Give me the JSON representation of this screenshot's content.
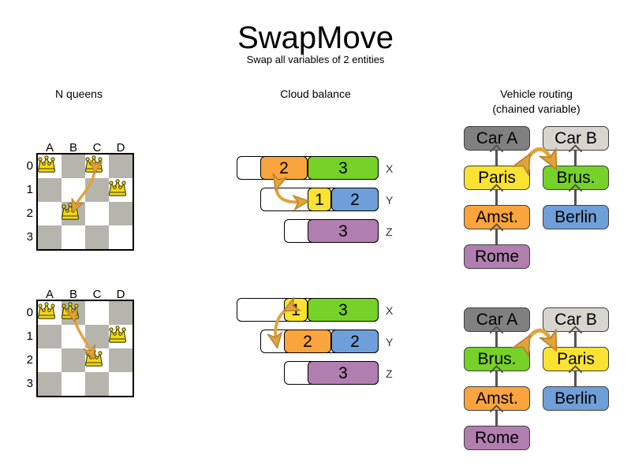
{
  "header": {
    "title": "SwapMove",
    "subtitle": "Swap all variables of 2 entities"
  },
  "sections": {
    "nqueens": {
      "title": "N queens"
    },
    "cloud": {
      "title": "Cloud balance"
    },
    "routing": {
      "title_line1": "Vehicle routing",
      "title_line2": "(chained variable)"
    }
  },
  "colors": {
    "orange": "#f9a43c",
    "green": "#76d128",
    "yellow": "#fae232",
    "blue": "#6f9fd8",
    "purple": "#b07fb0",
    "dark_gray": "#808080",
    "light_gray": "#d6d6cf",
    "board_dark": "#b5b5ad",
    "board_light": "#ffffff",
    "arrow": "#e2a33c",
    "queen": "#f2d61a"
  },
  "nqueens": {
    "column_labels": [
      "A",
      "B",
      "C",
      "D"
    ],
    "row_labels": [
      "0",
      "1",
      "2",
      "3"
    ],
    "before": {
      "queens": [
        {
          "col": "A",
          "row": "0"
        },
        {
          "col": "C",
          "row": "0"
        },
        {
          "col": "D",
          "row": "1"
        },
        {
          "col": "B",
          "row": "2"
        }
      ],
      "swap_arrow": {
        "from": "C0",
        "to": "B2"
      }
    },
    "after": {
      "queens": [
        {
          "col": "A",
          "row": "0"
        },
        {
          "col": "B",
          "row": "0"
        },
        {
          "col": "D",
          "row": "1"
        },
        {
          "col": "C",
          "row": "2"
        }
      ],
      "swap_arrow": {
        "from": "B0",
        "to": "C2"
      }
    }
  },
  "cloud": {
    "row_labels": [
      "X",
      "Y",
      "Z"
    ],
    "before": {
      "rows": [
        {
          "label": "X",
          "processes": [
            {
              "value": "2",
              "color": "orange"
            },
            {
              "value": "3",
              "color": "green"
            }
          ]
        },
        {
          "label": "Y",
          "processes": [
            {
              "value": "1",
              "color": "yellow"
            },
            {
              "value": "2",
              "color": "blue"
            }
          ]
        },
        {
          "label": "Z",
          "processes": [
            {
              "value": "3",
              "color": "purple"
            }
          ]
        }
      ]
    },
    "after": {
      "rows": [
        {
          "label": "X",
          "processes": [
            {
              "value": "1",
              "color": "yellow"
            },
            {
              "value": "3",
              "color": "green"
            }
          ]
        },
        {
          "label": "Y",
          "processes": [
            {
              "value": "2",
              "color": "orange"
            },
            {
              "value": "2",
              "color": "blue"
            }
          ]
        },
        {
          "label": "Z",
          "processes": [
            {
              "value": "3",
              "color": "purple"
            }
          ]
        }
      ]
    }
  },
  "routing": {
    "before": {
      "vehicle_a": "Car A",
      "vehicle_b": "Car B",
      "chain_a": [
        "Paris",
        "Amst.",
        "Rome"
      ],
      "chain_b": [
        "Brus.",
        "Berlin"
      ],
      "swap_arrow": {
        "from": "Paris",
        "to": "Brus."
      }
    },
    "after": {
      "vehicle_a": "Car A",
      "vehicle_b": "Car B",
      "chain_a": [
        "Brus.",
        "Amst.",
        "Rome"
      ],
      "chain_b": [
        "Paris",
        "Berlin"
      ],
      "swap_arrow": {
        "from": "Brus.",
        "to": "Paris"
      }
    }
  }
}
